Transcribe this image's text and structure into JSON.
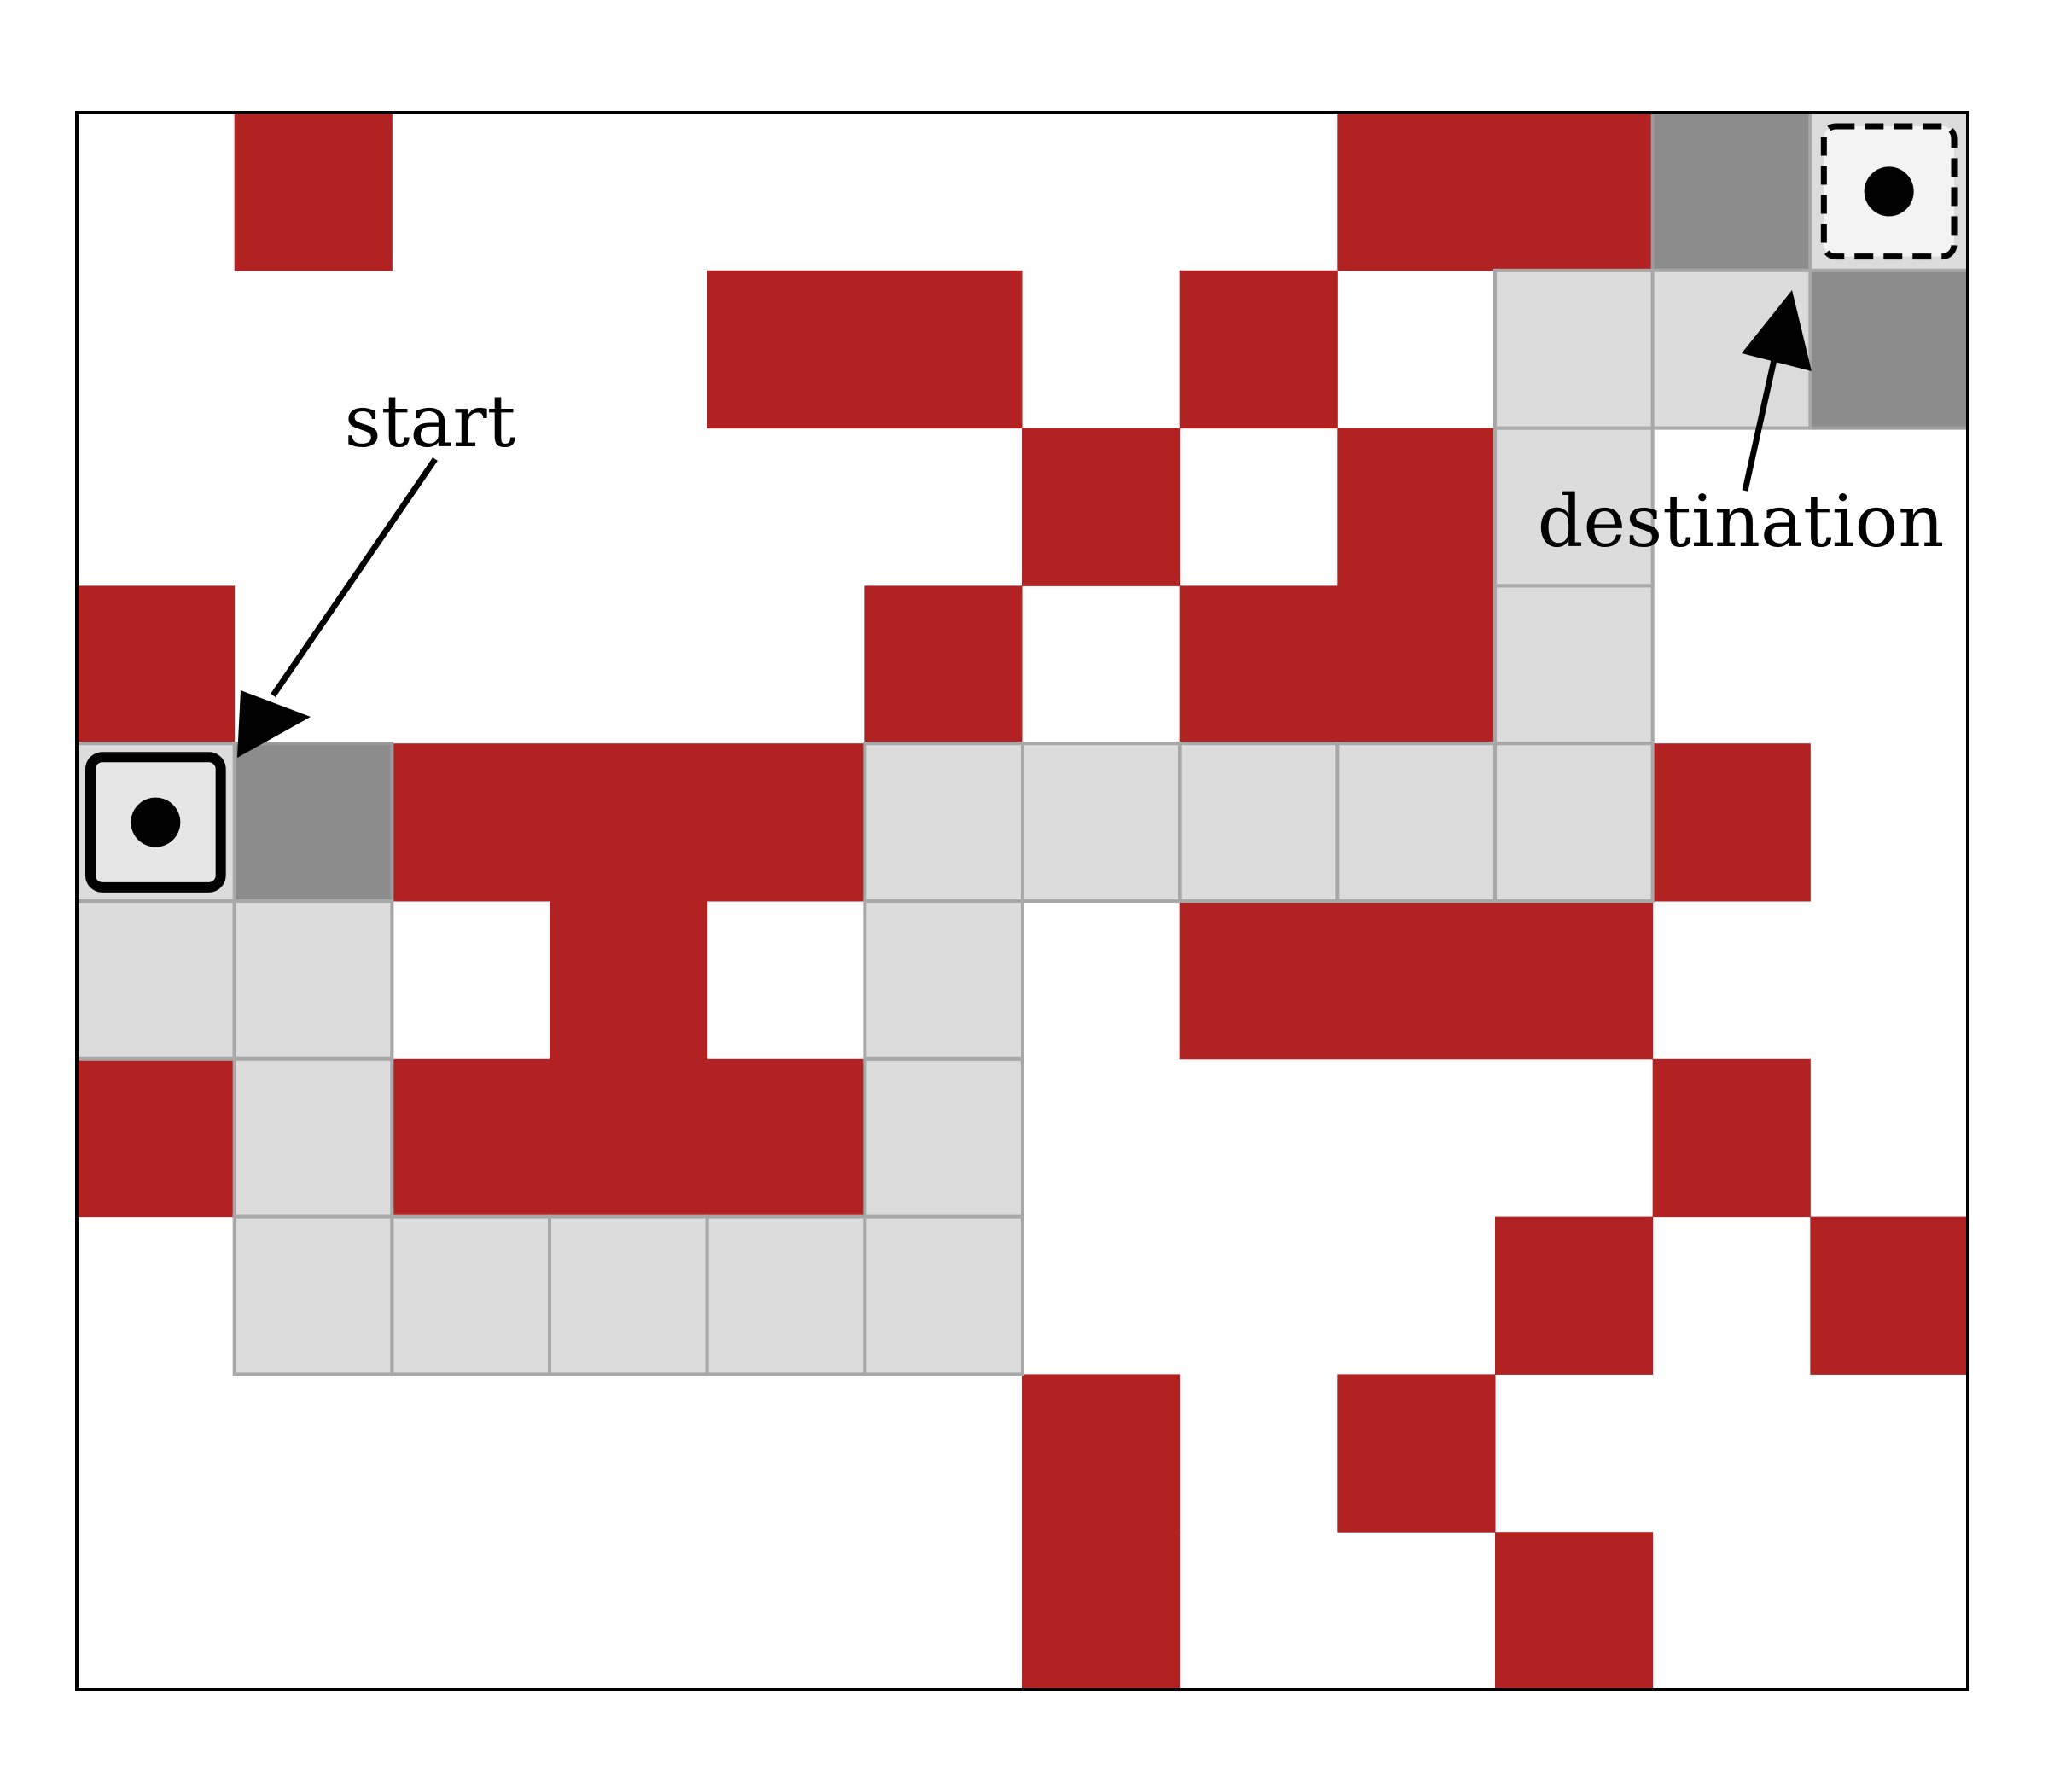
{
  "grid": {
    "cols": 12,
    "rows": 10,
    "colors": {
      "background": "#ffffff",
      "obstacle": "#b22222",
      "path": "#d9d9d9",
      "visited": "#8c8c8c",
      "border": "#000000"
    },
    "obstacles": [
      [
        1,
        0
      ],
      [
        8,
        0
      ],
      [
        9,
        0
      ],
      [
        4,
        1
      ],
      [
        5,
        1
      ],
      [
        7,
        1
      ],
      [
        6,
        2
      ],
      [
        8,
        2
      ],
      [
        0,
        3
      ],
      [
        5,
        3
      ],
      [
        7,
        3
      ],
      [
        8,
        3
      ],
      [
        2,
        4
      ],
      [
        3,
        4
      ],
      [
        4,
        4
      ],
      [
        10,
        4
      ],
      [
        3,
        5
      ],
      [
        7,
        5
      ],
      [
        8,
        5
      ],
      [
        9,
        5
      ],
      [
        0,
        6
      ],
      [
        2,
        6
      ],
      [
        3,
        6
      ],
      [
        4,
        6
      ],
      [
        10,
        6
      ],
      [
        9,
        7
      ],
      [
        11,
        7
      ],
      [
        6,
        8
      ],
      [
        8,
        8
      ],
      [
        6,
        9
      ],
      [
        9,
        9
      ]
    ],
    "path_cells": [
      [
        0,
        4
      ],
      [
        0,
        5
      ],
      [
        1,
        5
      ],
      [
        1,
        6
      ],
      [
        1,
        7
      ],
      [
        2,
        7
      ],
      [
        3,
        7
      ],
      [
        4,
        7
      ],
      [
        5,
        7
      ],
      [
        5,
        6
      ],
      [
        5,
        5
      ],
      [
        5,
        4
      ],
      [
        6,
        4
      ],
      [
        7,
        4
      ],
      [
        8,
        4
      ],
      [
        9,
        4
      ],
      [
        9,
        3
      ],
      [
        9,
        2
      ],
      [
        9,
        1
      ],
      [
        10,
        1
      ],
      [
        11,
        0
      ]
    ],
    "visited_cells": [
      [
        1,
        4
      ],
      [
        10,
        0
      ],
      [
        11,
        1
      ]
    ],
    "start": [
      0,
      4
    ],
    "destination": [
      11,
      0
    ]
  },
  "labels": {
    "start": "start",
    "destination": "destination"
  }
}
